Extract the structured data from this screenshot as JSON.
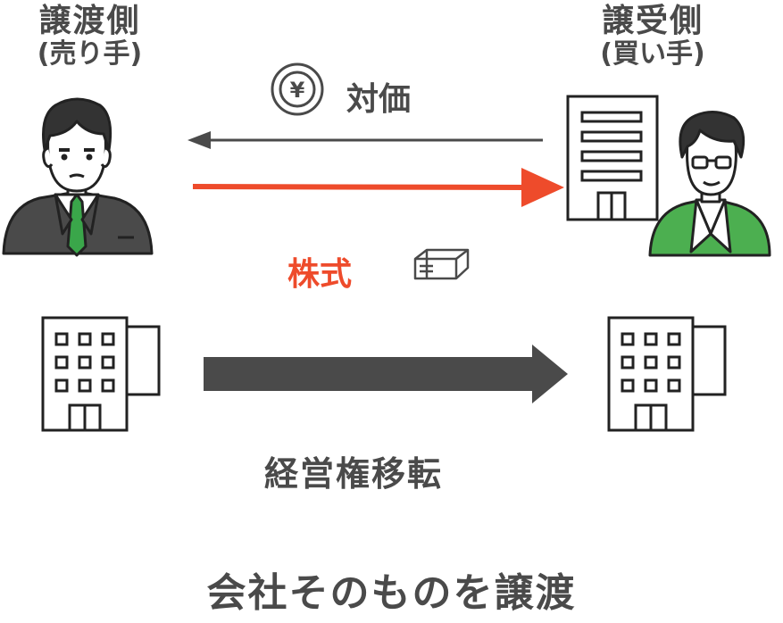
{
  "seller": {
    "title": "譲渡側",
    "role": "(売り手)"
  },
  "buyer": {
    "title": "譲受側",
    "role": "(買い手)"
  },
  "price": {
    "label": "対価",
    "coin_symbol": "¥"
  },
  "stock": {
    "label": "株式"
  },
  "transfer": {
    "label": "経営権移転"
  },
  "footer": {
    "label": "会社そのものを譲渡"
  },
  "colors": {
    "text": "#4a4a4a",
    "accent_red": "#ee4b2b",
    "tie_green": "#3aa64a",
    "buyer_green": "#4caf50",
    "dark_arrow": "#4a4a4a"
  },
  "icons": [
    "coin-yen-icon",
    "stock-certificate-icon",
    "building-icon",
    "businessman-icon"
  ]
}
